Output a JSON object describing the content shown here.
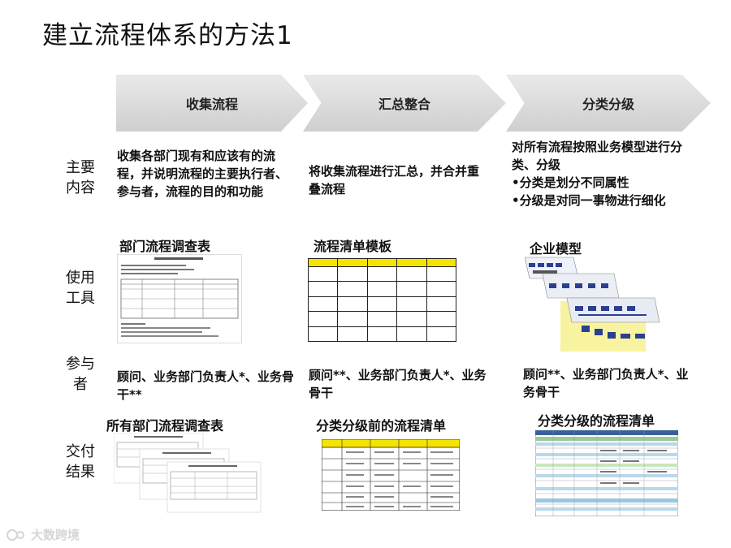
{
  "page": {
    "title": "建立流程体系的方法1"
  },
  "steps": [
    {
      "label": "收集流程"
    },
    {
      "label": "汇总整合"
    },
    {
      "label": "分类分级"
    }
  ],
  "rows": {
    "content_label": "主要\n内容",
    "tools_label": "使用\n工具",
    "participants_label": "参与\n者",
    "deliverables_label": "交付\n结果"
  },
  "content": {
    "col1": "收集各部门现有和应该有的流程，并说明流程的主要执行者、参与者，流程的目的和功能",
    "col2": "将收集流程进行汇总，并合并重叠流程",
    "col3": "对所有流程按照业务模型进行分类、分级\n•分类是划分不同属性\n•分级是对同一事物进行细化"
  },
  "tools": {
    "col1": "部门流程调查表",
    "col2": "流程清单模板",
    "col3": "企业模型"
  },
  "participants": {
    "col1": "顾问、业务部门负责人*、业务骨干**",
    "col2": "顾问**、业务部门负责人*、业务骨干",
    "col3": "顾问**、业务部门负责人*、业务骨干"
  },
  "deliverables": {
    "col1": "所有部门流程调查表",
    "col2": "分类分级前的流程清单",
    "col3": "分类分级的流程清单"
  },
  "watermark": {
    "text": "大数跨境"
  },
  "colors": {
    "highlight": "#f5e300",
    "arrow": "#d6d6d6",
    "model_blue": "#2a3f8f",
    "model_yellow": "#f7f3a0"
  }
}
